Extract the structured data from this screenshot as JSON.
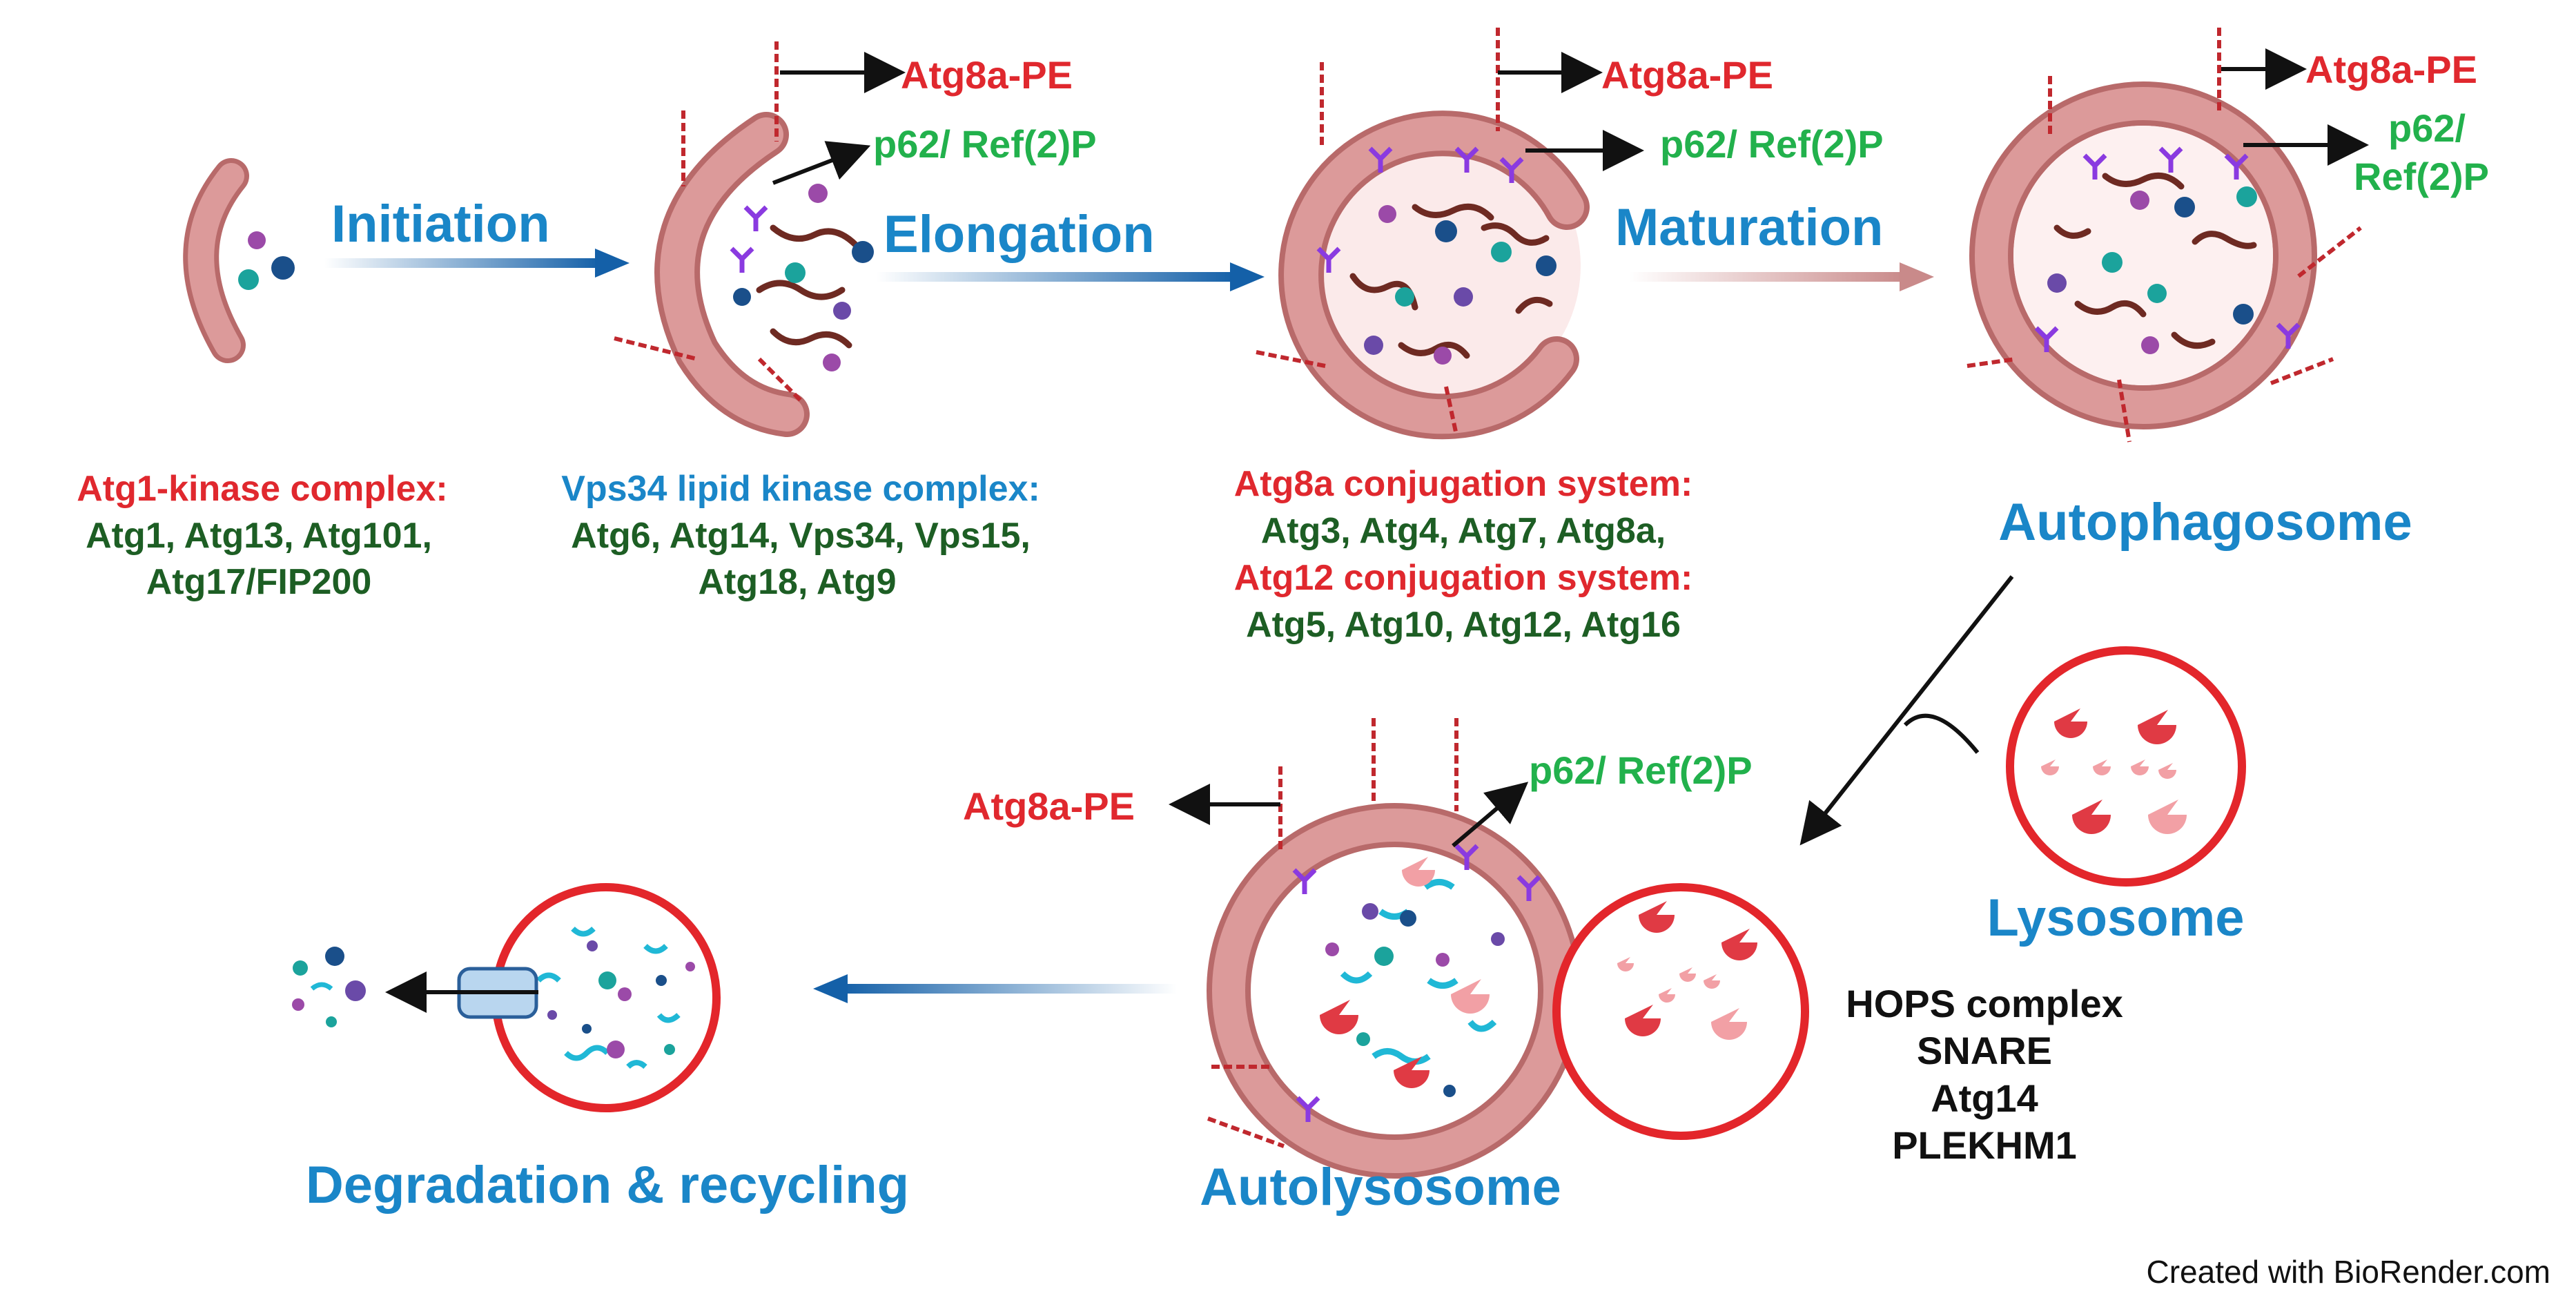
{
  "stages": {
    "initiation": "Initiation",
    "elongation": "Elongation",
    "maturation": "Maturation",
    "autophagosome": "Autophagosome",
    "lysosome": "Lysosome",
    "autolysosome": "Autolysosome",
    "degradation": "Degradation & recycling"
  },
  "markers": {
    "atg8a_pe": "Atg8a-PE",
    "p62": "p62/ Ref(2)P",
    "p62_line1": "p62/",
    "p62_line2": "Ref(2)P"
  },
  "complexes": {
    "atg1_title": "Atg1-kinase complex:",
    "atg1_line1": "Atg1, Atg13, Atg101,",
    "atg1_line2": "Atg17/FIP200",
    "vps34_title": "Vps34 lipid kinase complex:",
    "vps34_line1": "Atg6, Atg14, Vps34, Vps15,",
    "vps34_line2": "Atg18, Atg9",
    "atg8_title": "Atg8a conjugation system:",
    "atg8_line1": "Atg3, Atg4,  Atg7, Atg8a,",
    "atg12_title": "Atg12 conjugation system:",
    "atg12_line1": "Atg5, Atg10, Atg12, Atg16"
  },
  "fusion_factors": [
    "HOPS complex",
    "SNARE",
    "Atg14",
    "PLEKHM1"
  ],
  "credit": "Created with BioRender.com",
  "colors": {
    "blue_label": "#1a86c8",
    "red_label": "#e0282e",
    "green_label": "#0e7c2c",
    "bright_green": "#22b14c",
    "dark_green": "#1d5e24",
    "membrane": "#d98c8c",
    "membrane_edge": "#b86a6a",
    "lysosome_edge": "#e3262b",
    "arrow_blue": "#1460a8"
  }
}
